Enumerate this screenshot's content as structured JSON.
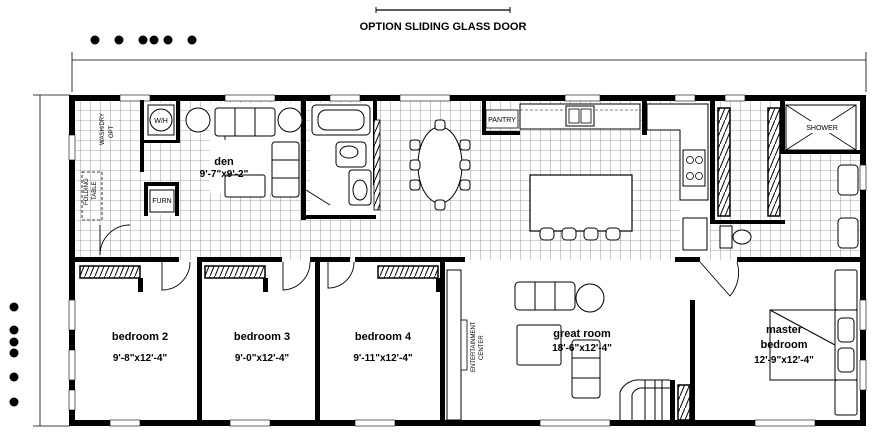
{
  "top_label": "OPTION SLIDING GLASS DOOR",
  "rooms": {
    "den": {
      "name": "den",
      "dim": "9'-7\"x9'-2\""
    },
    "bedroom2": {
      "name": "bedroom 2",
      "dim": "9'-8\"x12'-4\""
    },
    "bedroom3": {
      "name": "bedroom 3",
      "dim": "9'-0\"x12'-4\""
    },
    "bedroom4": {
      "name": "bedroom 4",
      "dim": "9'-11\"x12'-4\""
    },
    "great_room": {
      "name": "great room",
      "dim": "18'-6\"x12'-4\""
    },
    "master": {
      "name": "master",
      "name2": "bedroom",
      "dim": "12'-9\"x12'-4\""
    }
  },
  "fixtures": {
    "wash_dry": "WASH/DRY",
    "opt": "OPT",
    "wh": "W/H",
    "furn": "FURN",
    "folding_table": "FOLDING TABLE",
    "pantry": "PANTRY",
    "shower": "SHOWER",
    "entertainment_center": "ENTERTAINMENT CENTER"
  }
}
